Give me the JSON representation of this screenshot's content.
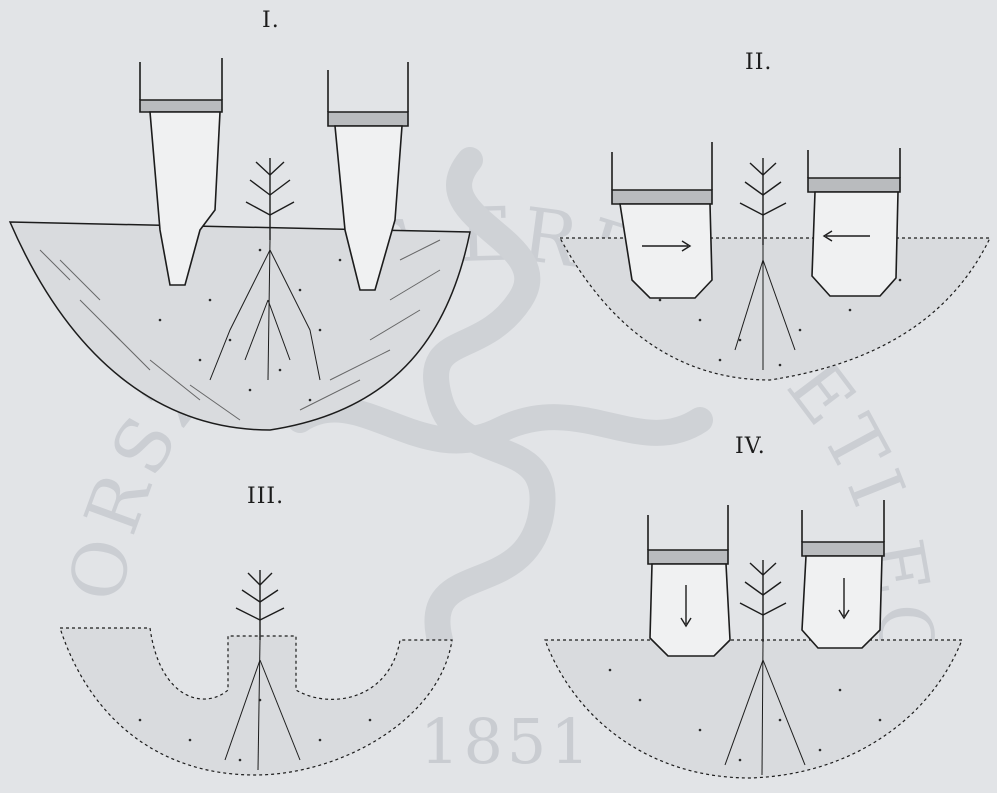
{
  "figures": {
    "fig1_label": "I.",
    "fig2_label": "II.",
    "fig3_label": "III.",
    "fig4_label": "IV."
  },
  "watermark": {
    "year": "1851",
    "arc_text": "ORSZÁGOS ERDÉSZETI EGYESÜLET",
    "color": "#c9ccd1"
  },
  "colors": {
    "paper": "#e2e4e7",
    "ink": "#1c1c1c",
    "hatch": "#5a5a5a"
  }
}
